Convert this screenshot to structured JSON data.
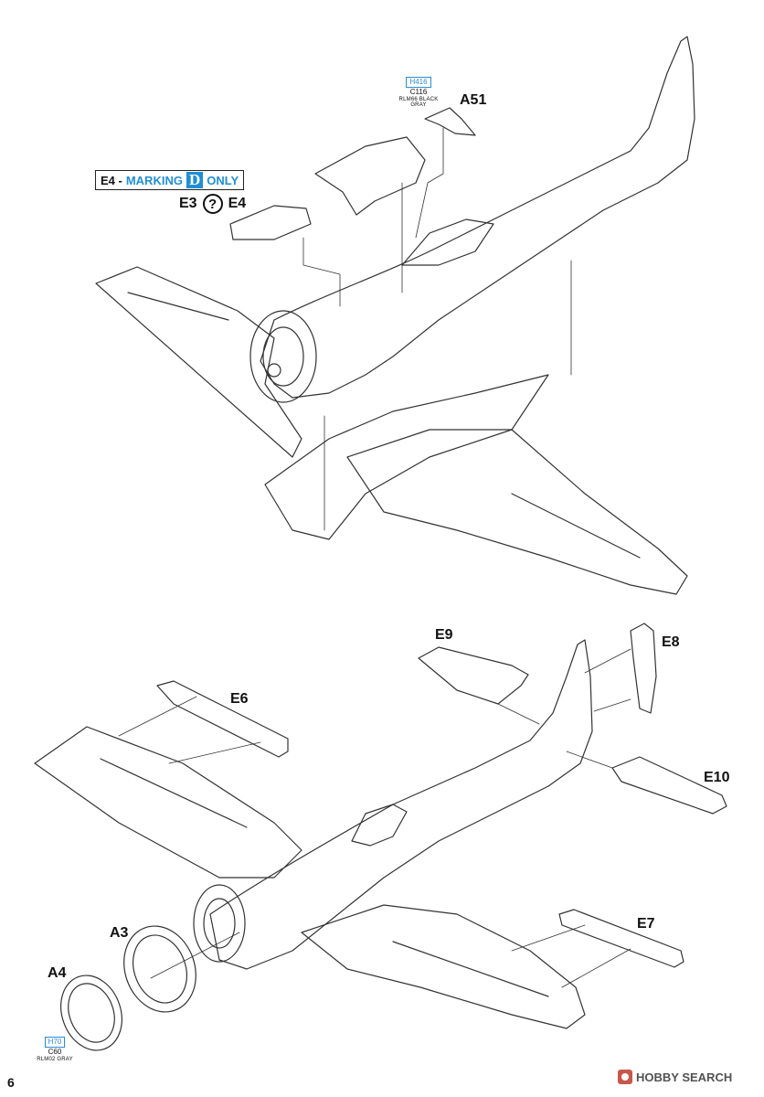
{
  "page": {
    "number": "6"
  },
  "marking": {
    "prefix": "E4 -",
    "word": "MARKING",
    "variant": "D",
    "suffix": "ONLY"
  },
  "optional": {
    "left": "E3",
    "symbol": "?",
    "right": "E4"
  },
  "paints": {
    "top": {
      "h": "H416",
      "c": "C116",
      "name": "RLM66 BLACK GRAY"
    },
    "bottom": {
      "h": "H70",
      "c": "C60",
      "name": "RLM02 GRAY"
    }
  },
  "parts": {
    "a51": "A51",
    "e9": "E9",
    "e8": "E8",
    "e6": "E6",
    "e10": "E10",
    "e7": "E7",
    "a3": "A3",
    "a4": "A4"
  },
  "watermark": {
    "text": "HOBBY SEARCH"
  },
  "colors": {
    "accent": "#1f8fd6",
    "paint_h": "#2a8bd6",
    "line": "#333333"
  }
}
